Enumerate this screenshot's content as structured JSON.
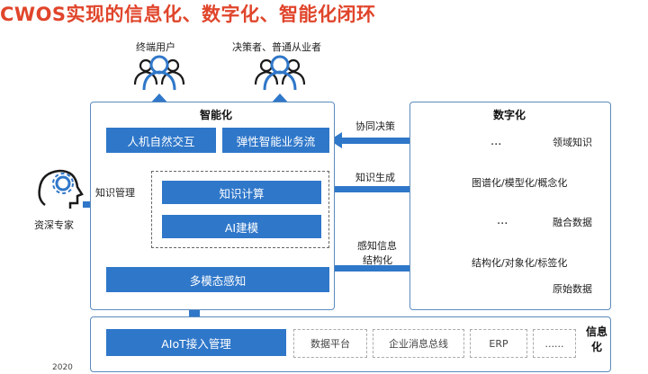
{
  "title": "CWOS实现的信息化、数字化、智能化闭环",
  "top_users": {
    "end_users": "终端用户",
    "decision_makers": "决策者、普通从业者"
  },
  "intelligence": {
    "title": "智能化",
    "human_interaction": "人机自然交互",
    "elastic_business": "弹性智能业务流",
    "knowledge_compute": "知识计算",
    "ai_modeling": "AI建模",
    "multimodal": "多模态感知"
  },
  "expert": {
    "label": "资深专家",
    "knowledge_mgmt": "知识管理"
  },
  "flows": {
    "collab_decision": "协同决策",
    "knowledge_gen": "知识生成",
    "perception_line1": "感知信息",
    "perception_line2": "结构化"
  },
  "digital": {
    "title": "数字化",
    "ellipsis": "...",
    "domain_knowledge": "领域知识",
    "graph_model": "图谱化/模型化/概念化",
    "fusion_data": "融合数据",
    "structuring": "结构化/对象化/标签化",
    "raw_data": "原始数据"
  },
  "info": {
    "title_line1": "信息",
    "title_line2": "化",
    "aiot": "AIoT接入管理",
    "items": [
      "数据平台",
      "企业消息总线",
      "ERP",
      "......"
    ]
  },
  "footer_year": "2020",
  "colors": {
    "accent": "#2f77c9",
    "title": "#e0452b",
    "panel_border": "#5b8bbd"
  }
}
